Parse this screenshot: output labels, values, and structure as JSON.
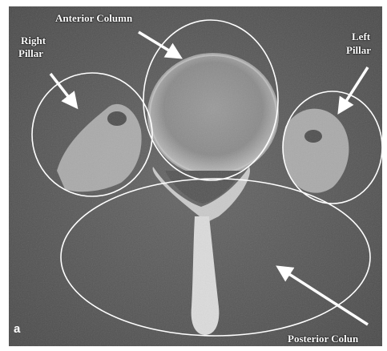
{
  "figure": {
    "panel_letter": "a",
    "labels": {
      "anterior_column": "Anterior Column",
      "right_pillar_line1": "Right",
      "right_pillar_line2": "Pillar",
      "left_pillar_line1": "Left",
      "left_pillar_line2": "Pillar",
      "posterior_column": "Posterior Colun"
    },
    "colors": {
      "background": "#5c5c5c",
      "bone": "#e0e0e0",
      "annotation": "#ffffff"
    }
  }
}
